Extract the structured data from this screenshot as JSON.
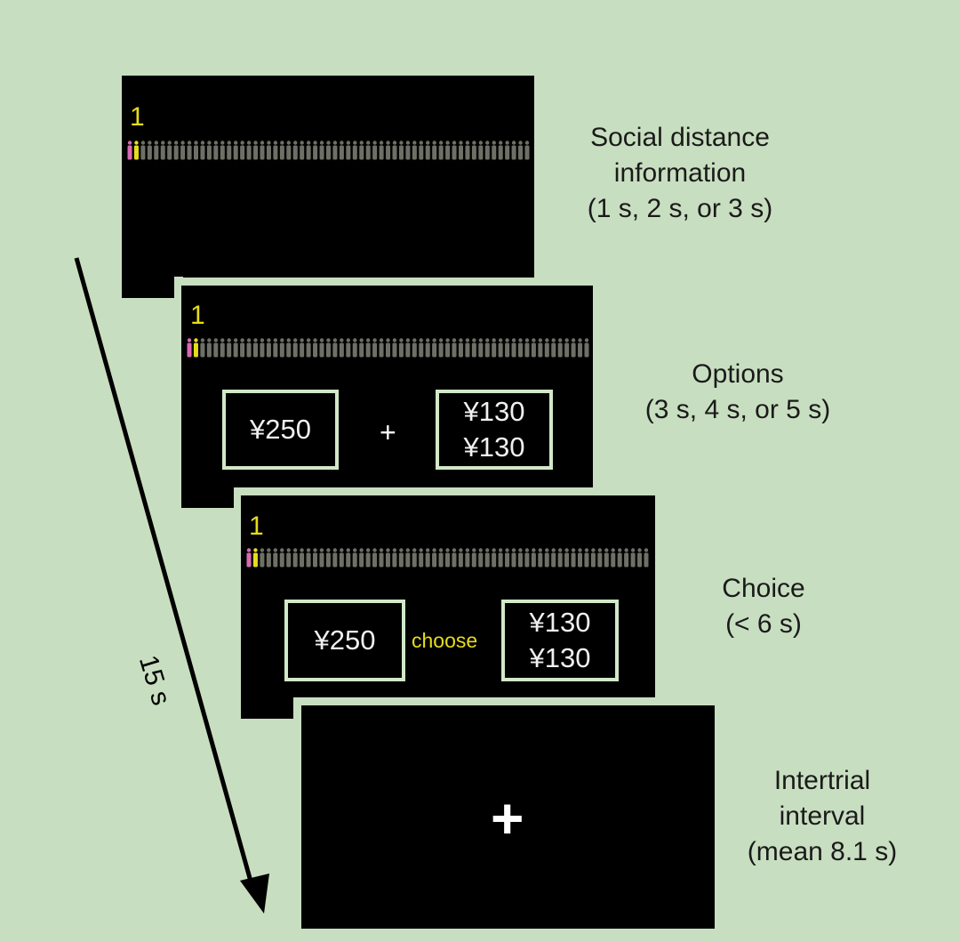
{
  "colors": {
    "background": "#c8dec0",
    "screen": "#000000",
    "rank_yellow": "#e6dc1e",
    "self_pink": "#d86ab0",
    "other_gray": "#6e7066",
    "box_border": "#d2e8c8"
  },
  "screens": [
    {
      "rank": "1",
      "caption": [
        "Social distance",
        "information",
        "(1 s, 2 s, or 3 s)"
      ]
    },
    {
      "rank": "1",
      "option_left": "¥250",
      "separator": "+",
      "option_right": [
        "¥130",
        "¥130"
      ],
      "caption": [
        "Options",
        "(3 s, 4 s, or 5 s)"
      ]
    },
    {
      "rank": "1",
      "option_left": "¥250",
      "separator": "choose",
      "option_right": [
        "¥130",
        "¥130"
      ],
      "caption": [
        "Choice",
        "(< 6 s)"
      ]
    },
    {
      "fixation": "+",
      "caption": [
        "Intertrial",
        "interval",
        "(mean 8.1 s)"
      ]
    }
  ],
  "timeline": {
    "label": "15 s"
  }
}
